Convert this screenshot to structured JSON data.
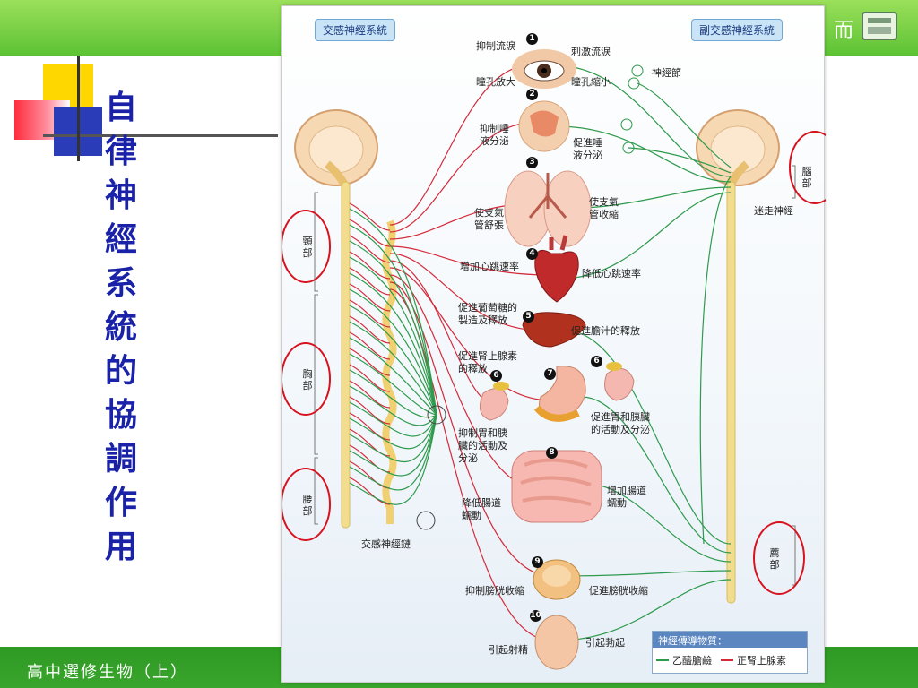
{
  "slide": {
    "title_chars": [
      "自",
      "律",
      "神",
      "經",
      "系",
      "統",
      "的",
      "協",
      "調",
      "作",
      "用"
    ],
    "footer": "高中選修生物（上）",
    "header_right_text": "而"
  },
  "diagram": {
    "left_header": "交感神經系統",
    "right_header": "副交感神經系統",
    "regions_left": {
      "neck": "頸部",
      "chest": "胸部",
      "waist": "腰部"
    },
    "regions_right": {
      "brain": "腦部",
      "sacral": "薦部"
    },
    "chain_label": "交感神經鏈",
    "ganglion_label": "神經節",
    "vagus_label": "迷走神經",
    "numbers": [
      "1",
      "2",
      "3",
      "4",
      "5",
      "6",
      "6",
      "7",
      "8",
      "9",
      "10"
    ],
    "labels": {
      "eye_left_top": "抑制流淚",
      "eye_left_bottom": "瞳孔放大",
      "eye_right_top": "刺激流淚",
      "eye_right_bottom": "瞳孔縮小",
      "saliva_left": "抑制唾\n液分泌",
      "saliva_right": "促進唾\n液分泌",
      "lung_left": "使支氣\n管舒張",
      "lung_right": "使支氣\n管收縮",
      "heart_left": "增加心跳速率",
      "heart_right": "降低心跳速率",
      "liver_left": "促進葡萄糖的\n製造及釋放",
      "liver_right": "促進膽汁的釋放",
      "adrenal_left": "促進腎上腺素\n的釋放",
      "stomach_left": "抑制胃和胰\n臟的活動及\n分泌",
      "stomach_right": "促進胃和胰臟\n的活動及分泌",
      "intestine_left": "降低腸道\n蠕動",
      "intestine_right": "增加腸道\n蠕動",
      "bladder_left": "抑制膀胱收縮",
      "bladder_right": "促進膀胱收縮",
      "genital_left": "引起射精",
      "genital_right": "引起勃起"
    },
    "legend": {
      "title": "神經傳導物質：",
      "green_label": "乙醯膽鹼",
      "red_label": "正腎上腺素"
    },
    "colors": {
      "sympathetic": "#d42a3a",
      "parasympathetic": "#2e9a4c",
      "spinal_cord": "#f2dc8e",
      "annotation_circle": "#d8121e"
    }
  }
}
